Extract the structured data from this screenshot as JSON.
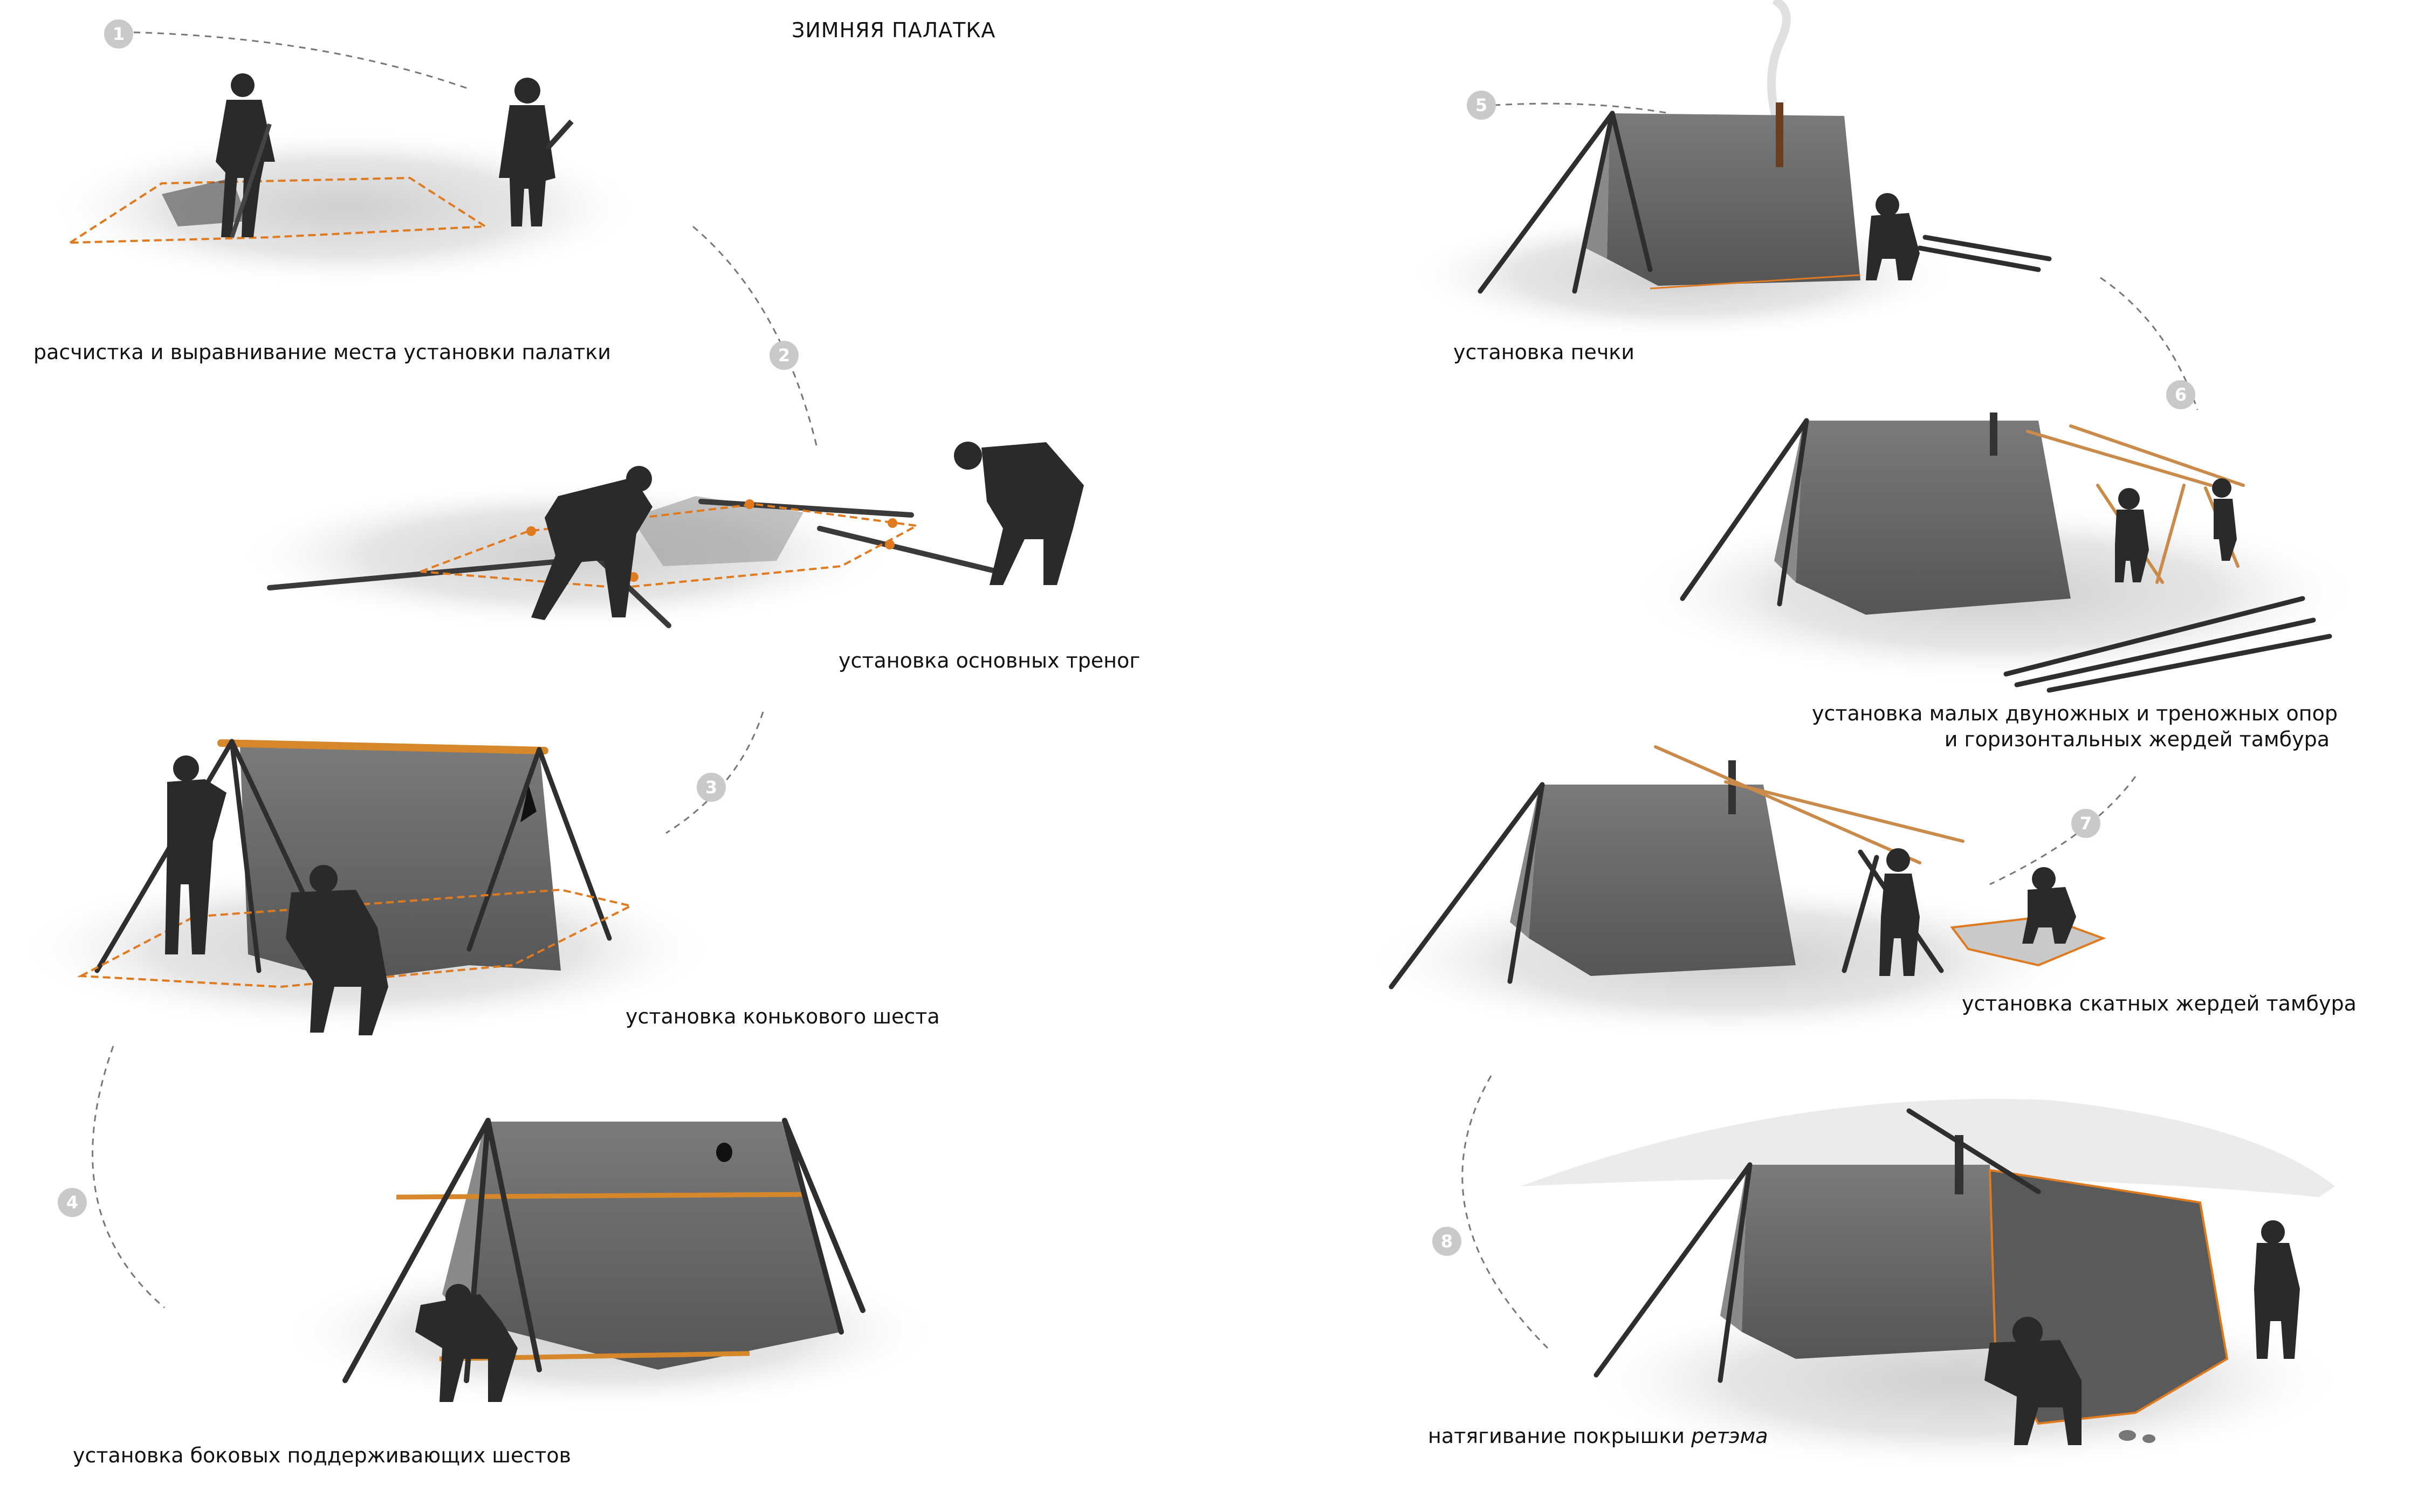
{
  "title": "ЗИМНЯЯ ПАЛАТКА",
  "steps": [
    {
      "number": "1",
      "caption": "расчистка и выравнивание места установки палатки"
    },
    {
      "number": "2",
      "caption": "установка основных треног"
    },
    {
      "number": "3",
      "caption": "установка конькового шеста"
    },
    {
      "number": "4",
      "caption": "установка боковых поддерживающих шестов"
    },
    {
      "number": "5",
      "caption": "установка печки"
    },
    {
      "number": "6",
      "caption_line1": "установка малых двуножных и треножных опор",
      "caption_line2": "и горизонтальных жердей тамбура"
    },
    {
      "number": "7",
      "caption": "установка скатных жердей тамбура"
    },
    {
      "number": "8",
      "caption_text": "натягивание покрышки ",
      "caption_em": "ретэма"
    }
  ],
  "colors": {
    "accent": "#e07a1f",
    "canvas": "#6f6f6f",
    "figure": "#2a2a2a",
    "snow_shadow": "#dcdcdc",
    "badge": "#c9c9c9"
  }
}
